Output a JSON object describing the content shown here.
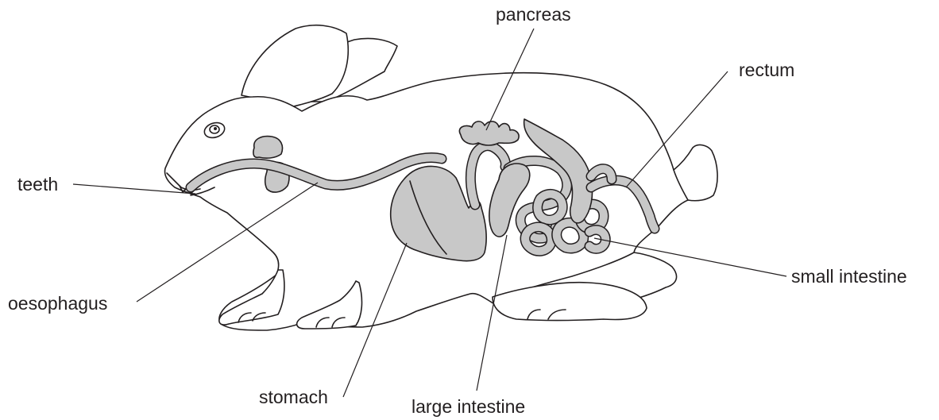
{
  "labels": {
    "pancreas": "pancreas",
    "rectum": "rectum",
    "teeth": "teeth",
    "oesophagus": "oesophagus",
    "small_intestine": "small intestine",
    "stomach": "stomach",
    "large_intestine": "large intestine"
  },
  "colors": {
    "outline": "#231f20",
    "organ_fill": "#c8c8c8",
    "background": "#ffffff"
  }
}
